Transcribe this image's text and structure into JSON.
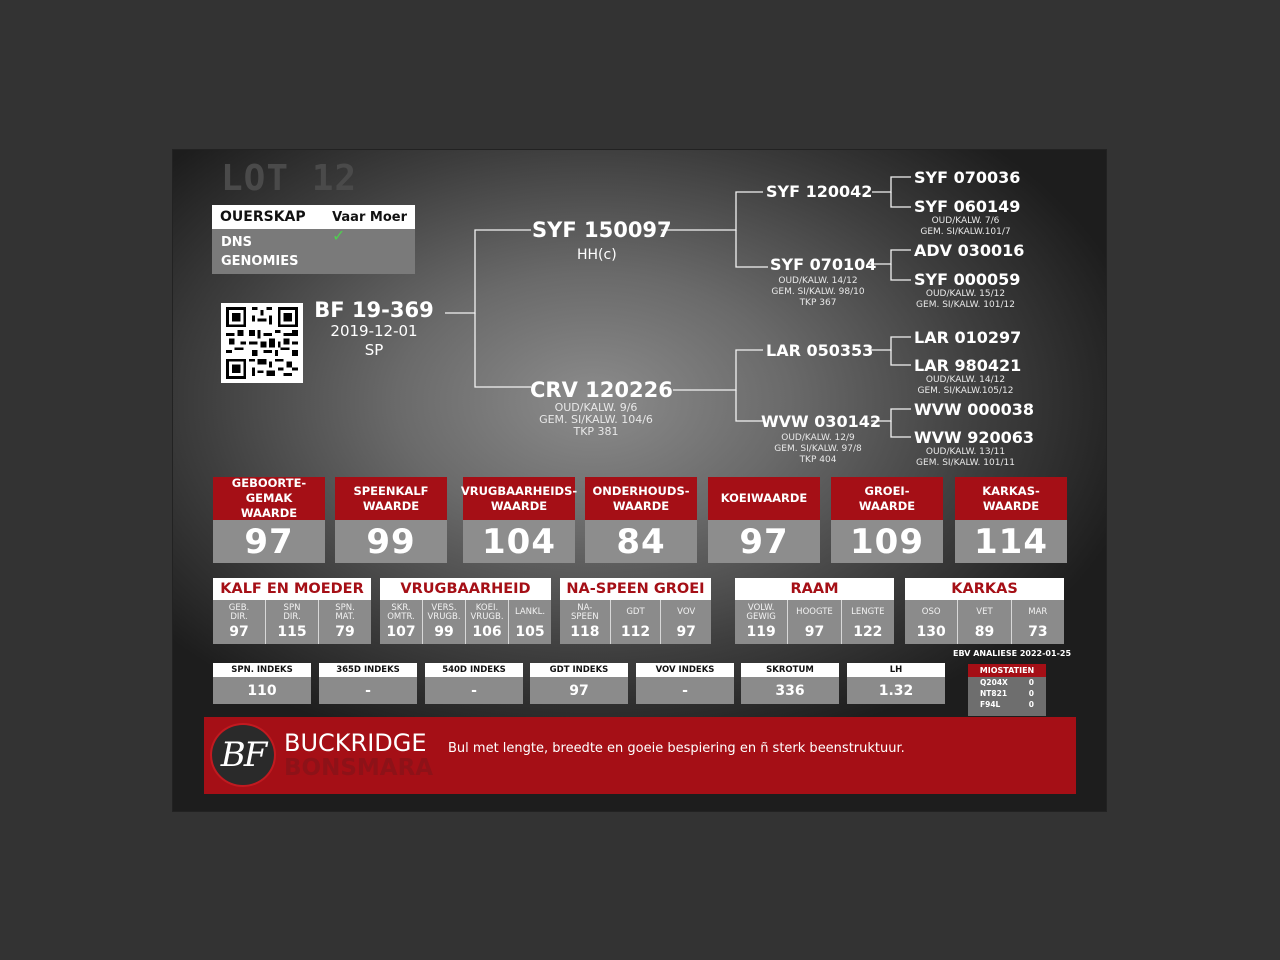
{
  "lot": "LOT 12",
  "ouerskap": {
    "title": "OUERSKAP",
    "cols": "Vaar  Moer",
    "rows": [
      "DNS",
      "GENOMIES"
    ],
    "check": "✓"
  },
  "animal": {
    "id": "BF 19-369",
    "date": "2019-12-01",
    "code": "SP"
  },
  "pedigree": {
    "sire": {
      "id": "SYF 150097",
      "note": "HH(c)"
    },
    "dam": {
      "id": "CRV 120226",
      "lines": [
        "OUD/KALW. 9/6",
        "GEM. SI/KALW. 104/6",
        "TKP 381"
      ]
    },
    "ss": {
      "id": "SYF 120042"
    },
    "sd": {
      "id": "SYF 070104",
      "lines": [
        "OUD/KALW. 14/12",
        "GEM. SI/KALW. 98/10",
        "TKP 367"
      ]
    },
    "ds": {
      "id": "LAR 050353"
    },
    "dd": {
      "id": "WVW 030142",
      "lines": [
        "OUD/KALW. 12/9",
        "GEM. SI/KALW. 97/8",
        "TKP 404"
      ]
    },
    "sss": {
      "id": "SYF 070036"
    },
    "ssd": {
      "id": "SYF 060149",
      "lines": [
        "OUD/KALW. 7/6",
        "GEM. SI/KALW.101/7"
      ]
    },
    "sds": {
      "id": "ADV 030016"
    },
    "sdd": {
      "id": "SYF 000059",
      "lines": [
        "OUD/KALW. 15/12",
        "GEM. SI/KALW. 101/12"
      ]
    },
    "dss": {
      "id": "LAR 010297"
    },
    "dsd": {
      "id": "LAR 980421",
      "lines": [
        "OUD/KALW. 14/12",
        "GEM. SI/KALW.105/12"
      ]
    },
    "dds": {
      "id": "WVW 000038"
    },
    "ddd": {
      "id": "WVW 920063",
      "lines": [
        "OUD/KALW. 13/11",
        "GEM. SI/KALW. 101/11"
      ]
    }
  },
  "ebv": [
    {
      "label": "GEBOORTE-\nGEMAK WAARDE",
      "value": "97"
    },
    {
      "label": "SPEENKALF\nWAARDE",
      "value": "99"
    },
    {
      "label": "VRUGBAARHEIDS-\nWAARDE",
      "value": "104"
    },
    {
      "label": "ONDERHOUDS-\nWAARDE",
      "value": "84"
    },
    {
      "label": "KOEIWAARDE",
      "value": "97"
    },
    {
      "label": "GROEI-\nWAARDE",
      "value": "109"
    },
    {
      "label": "KARKAS-\nWAARDE",
      "value": "114"
    }
  ],
  "groups": [
    {
      "title": "KALF EN MOEDER",
      "cells": [
        {
          "label": "GEB.\nDIR.",
          "value": "97"
        },
        {
          "label": "SPN\nDIR.",
          "value": "115"
        },
        {
          "label": "SPN.\nMAT.",
          "value": "79"
        }
      ]
    },
    {
      "title": "VRUGBAARHEID",
      "cells": [
        {
          "label": "SKR.\nOMTR.",
          "value": "107"
        },
        {
          "label": "VERS.\nVRUGB.",
          "value": "99"
        },
        {
          "label": "KOEI.\nVRUGB.",
          "value": "106"
        },
        {
          "label": "LANKL.",
          "value": "105"
        }
      ]
    },
    {
      "title": "NA-SPEEN GROEI",
      "cells": [
        {
          "label": "NA-\nSPEEN",
          "value": "118"
        },
        {
          "label": "GDT",
          "value": "112"
        },
        {
          "label": "VOV",
          "value": "97"
        }
      ]
    },
    {
      "title": "RAAM",
      "cells": [
        {
          "label": "VOLW.\nGEWIG",
          "value": "119"
        },
        {
          "label": "HOOGTE",
          "value": "97"
        },
        {
          "label": "LENGTE",
          "value": "122"
        }
      ]
    },
    {
      "title": "KARKAS",
      "cells": [
        {
          "label": "OSO",
          "value": "130"
        },
        {
          "label": "VET",
          "value": "89"
        },
        {
          "label": "MAR",
          "value": "73"
        }
      ]
    }
  ],
  "indexes": [
    {
      "label": "SPN. INDEKS",
      "value": "110"
    },
    {
      "label": "365D INDEKS",
      "value": "-"
    },
    {
      "label": "540D INDEKS",
      "value": "-"
    },
    {
      "label": "GDT INDEKS",
      "value": "97"
    },
    {
      "label": "VOV INDEKS",
      "value": "-"
    },
    {
      "label": "SKROTUM",
      "value": "336"
    },
    {
      "label": "LH",
      "value": "1.32"
    }
  ],
  "ebv_date": "EBV ANALIESE 2022-01-25",
  "miostatien": {
    "title": "MIOSTATIEN",
    "rows": [
      {
        "k": "Q204X",
        "v": "0"
      },
      {
        "k": "NT821",
        "v": "0"
      },
      {
        "k": "F94L",
        "v": "0"
      }
    ]
  },
  "brand": {
    "logo": "BF",
    "line1": "BUCKRIDGE",
    "line2": "BONSMARA"
  },
  "slogan": "Bul met lengte, breedte en goeie  bespiering en ñ sterk beenstruktuur.",
  "colors": {
    "accent_red": "#a50f16",
    "panel_grey": "#8b8b8b",
    "background": "#333333"
  }
}
